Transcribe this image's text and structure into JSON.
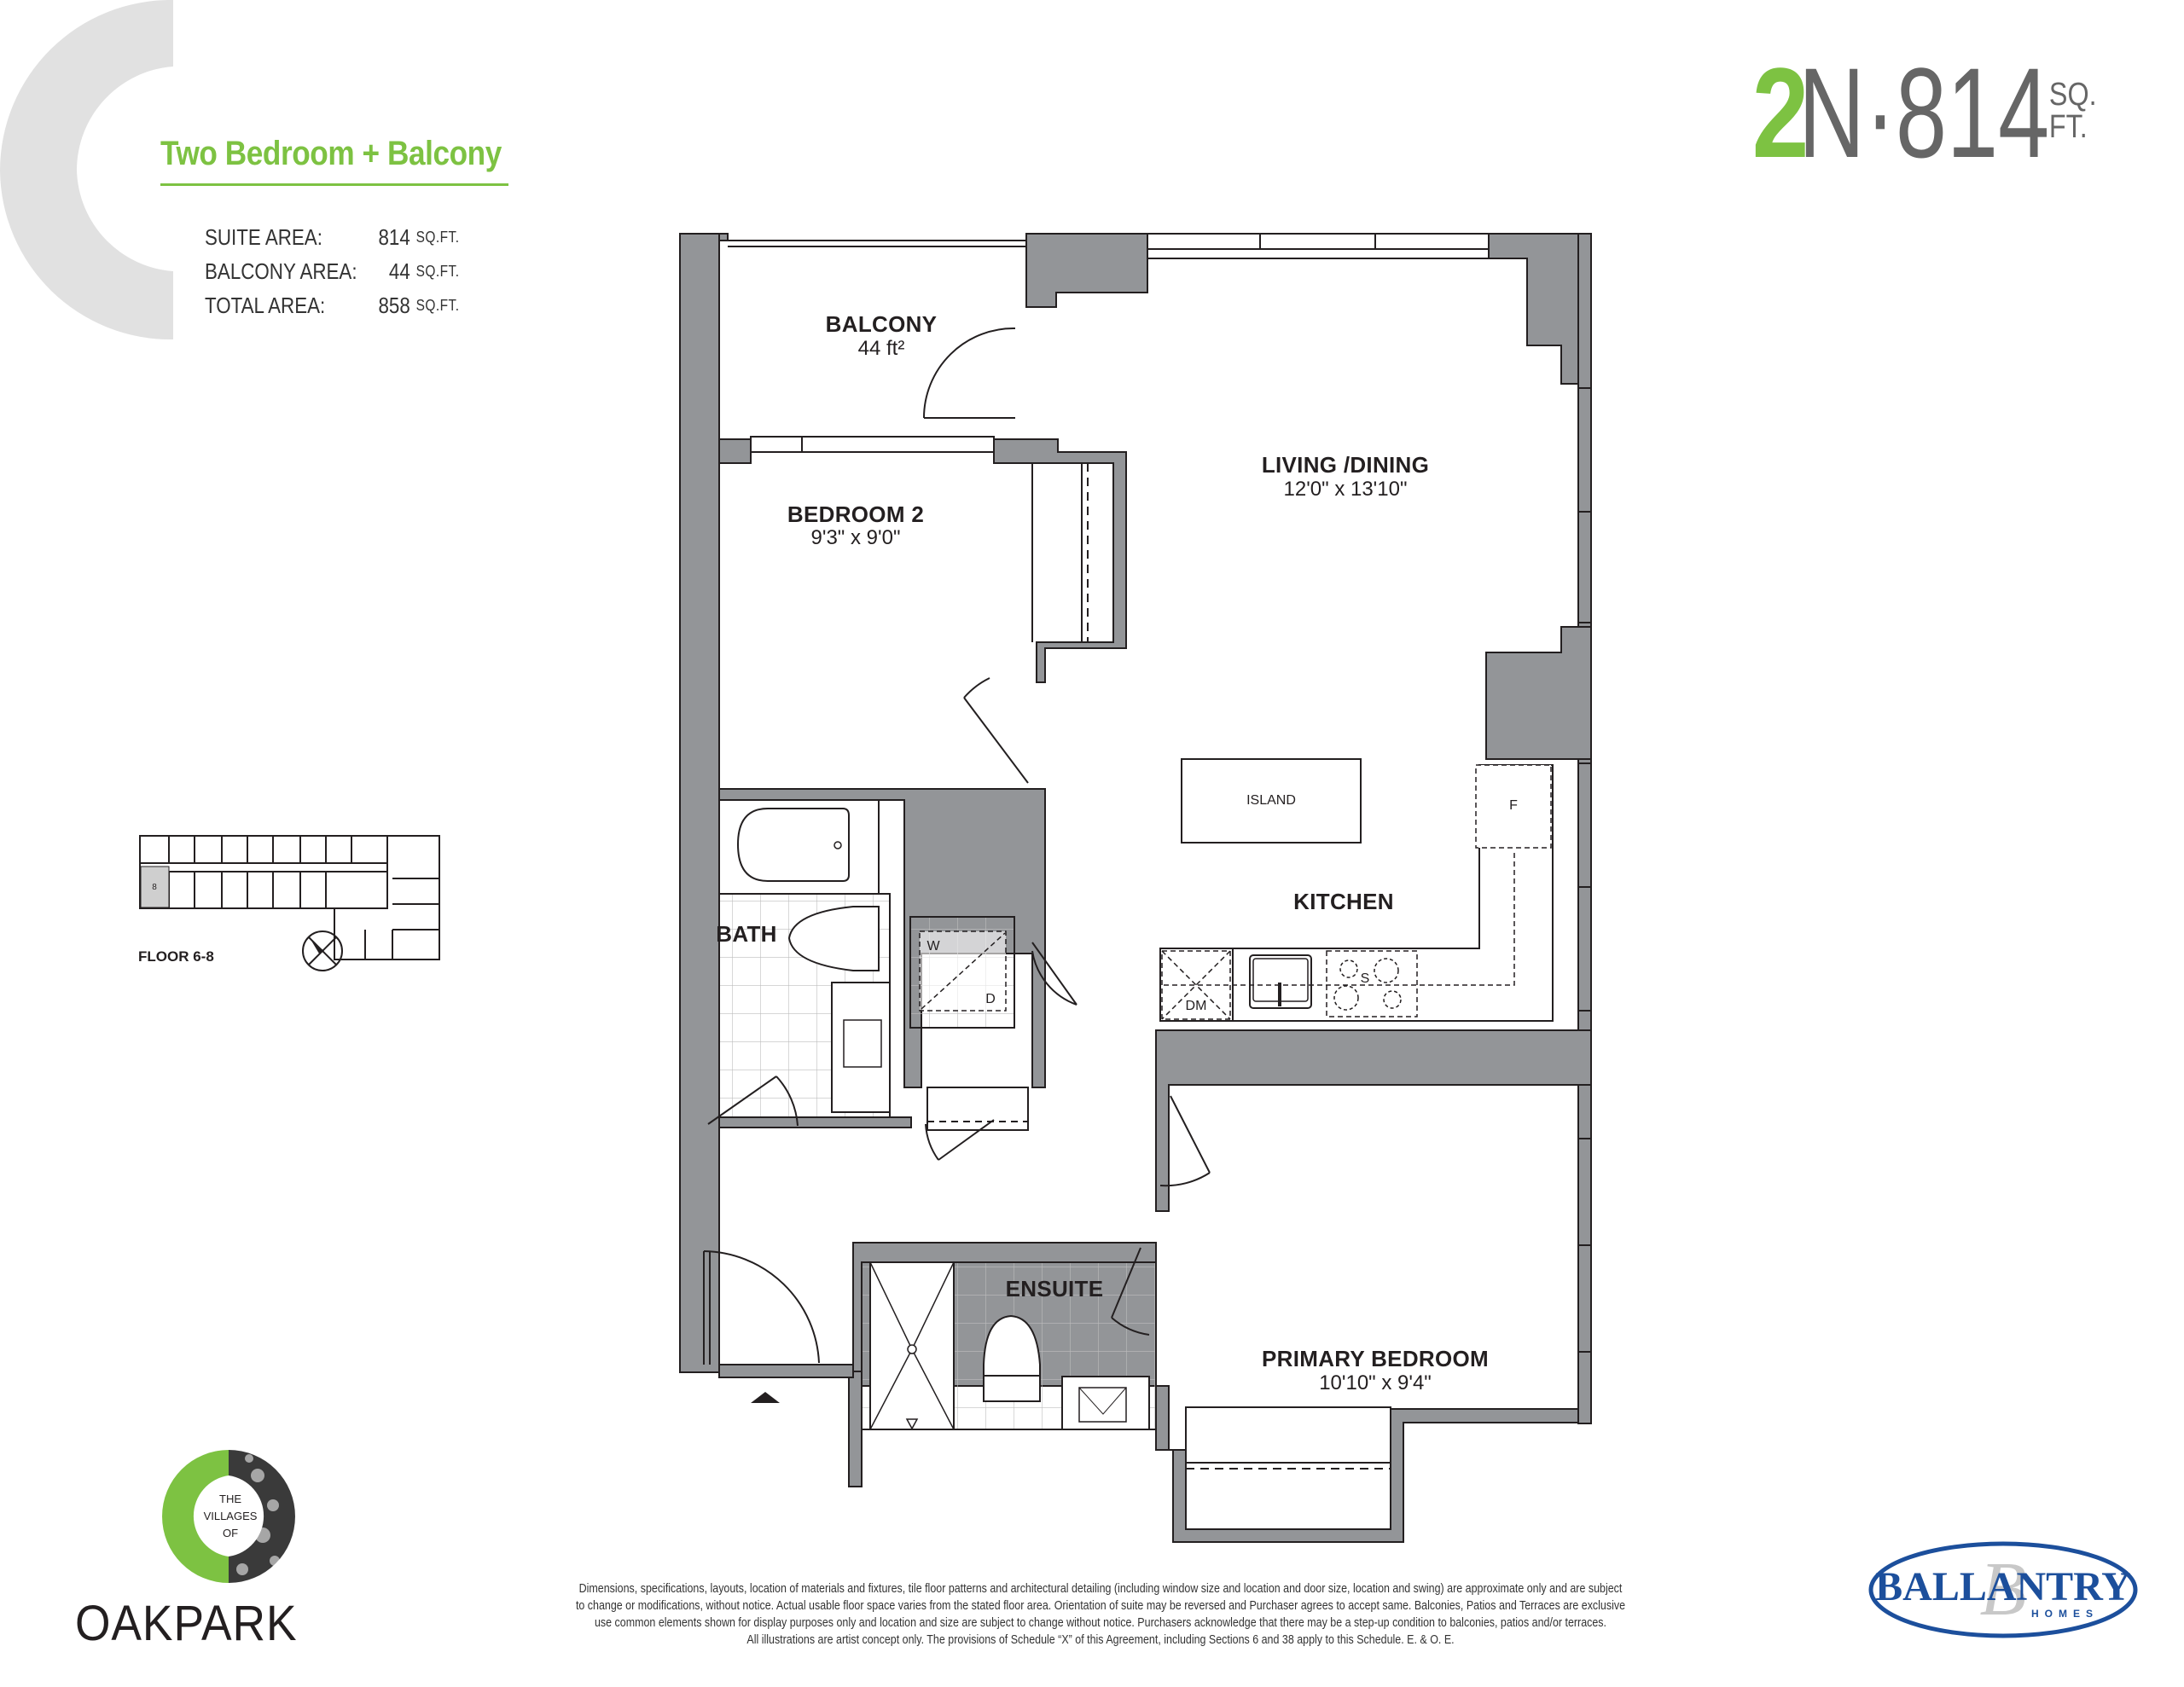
{
  "header": {
    "suite_type": "Two Bedroom + Balcony",
    "areas": [
      {
        "label": "SUITE AREA:",
        "value": "814",
        "unit": "SQ.FT."
      },
      {
        "label": "BALCONY AREA:",
        "value": "44",
        "unit": "SQ.FT."
      },
      {
        "label": "TOTAL AREA:",
        "value": "858",
        "unit": "SQ.FT."
      }
    ],
    "unit_code": {
      "bedrooms": "2",
      "model": "N·814",
      "unit_top": "SQ.",
      "unit_bottom": "FT."
    }
  },
  "key_plan": {
    "floor_label": "FLOOR 6-8",
    "highlighted_unit": "8"
  },
  "rooms": {
    "balcony": {
      "name": "BALCONY",
      "dim": "44 ft²"
    },
    "living": {
      "name": "LIVING /DINING",
      "dim": "12'0\" x 13'10\""
    },
    "bedroom2": {
      "name": "BEDROOM 2",
      "dim": "9'3\" x 9'0\""
    },
    "bath": {
      "name": "BATH"
    },
    "kitchen": {
      "name": "KITCHEN"
    },
    "ensuite": {
      "name": "ENSUITE"
    },
    "primary": {
      "name": "PRIMARY BEDROOM",
      "dim": "10'10\" x 9'4\""
    }
  },
  "fixtures": {
    "island": "ISLAND",
    "fridge": "F",
    "dishwasher": "DM",
    "stove": "S",
    "washer": "W",
    "dryer": "D"
  },
  "colors": {
    "accent_green": "#7dc242",
    "wall_gray": "#939598",
    "brand_blue": "#1c4f9c",
    "light_gray": "#e1e1e1"
  },
  "footer": {
    "disclaimer": [
      "Dimensions, specifications, layouts, location of materials and fixtures, tile floor patterns and architectural detailing (including window size and location and door size, location and swing) are approximate only and are subject",
      "to change or modifications, without notice. Actual usable floor space varies from the stated floor area. Orientation of suite may be reversed and Purchaser agrees to accept same. Balconies, Patios and Terraces are exclusive",
      "use common elements shown for display purposes only and location and size are subject to change without notice. Purchasers acknowledge that there may be a step-up condition to balconies, patios and/or terraces.",
      "All illustrations are artist concept only. The provisions of Schedule “X” of this Agreement, including Sections 6 and 38 apply to this Schedule. E. & O. E."
    ],
    "project_logo": {
      "line1": "THE",
      "line2": "VILLAGES",
      "line3": "OF",
      "name": "OAKPARK"
    },
    "builder_logo": {
      "name": "BALLANTRY",
      "sub": "HOMES"
    }
  }
}
